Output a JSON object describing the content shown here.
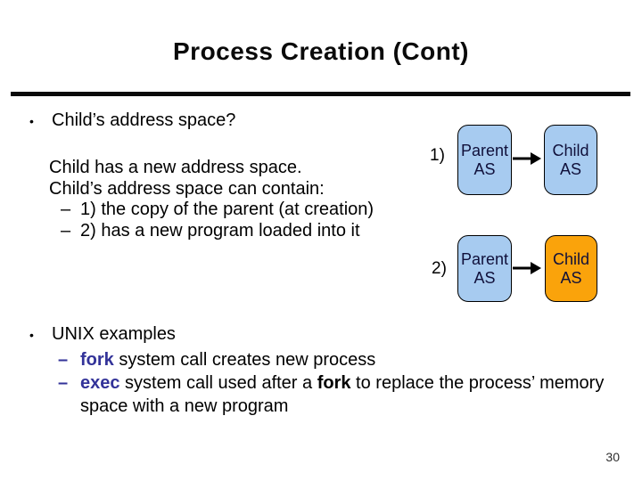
{
  "glyphs": {
    "bullet": "•"
  },
  "colors": {
    "accent_blue": "#333399",
    "box_blue": "#a7cbf0",
    "box_orange": "#faa30b",
    "rule_black": "#0a0a0a"
  },
  "title": "Process Creation (Cont)",
  "page_number": "30",
  "section1": {
    "bullet": "Child’s address space?",
    "line1": "Child has a new address space.",
    "line2": "Child’s address space can contain:",
    "subs": [
      {
        "dash": "–",
        "text": "1) the copy of the parent (at creation)"
      },
      {
        "dash": "–",
        "text": "2) has a new program loaded into it"
      }
    ]
  },
  "diagram": {
    "rows": [
      {
        "label": "1)",
        "parent_line1": "Parent",
        "parent_line2": "AS",
        "child_line1": "Child",
        "child_line2": "AS"
      },
      {
        "label": "2)",
        "parent_line1": "Parent",
        "parent_line2": "AS",
        "child_line1": "Child",
        "child_line2": "AS"
      }
    ]
  },
  "section2": {
    "bullet": "UNIX examples",
    "item1": {
      "dash": "–",
      "keyword": "fork",
      "rest": " system call creates new process"
    },
    "item2": {
      "dash": "–",
      "keyword": "exec",
      "mid": " system call used after a ",
      "keyword2": "fork",
      "tail_line1": " to replace the process’ memory",
      "tail_line2": "space with a new program"
    }
  }
}
